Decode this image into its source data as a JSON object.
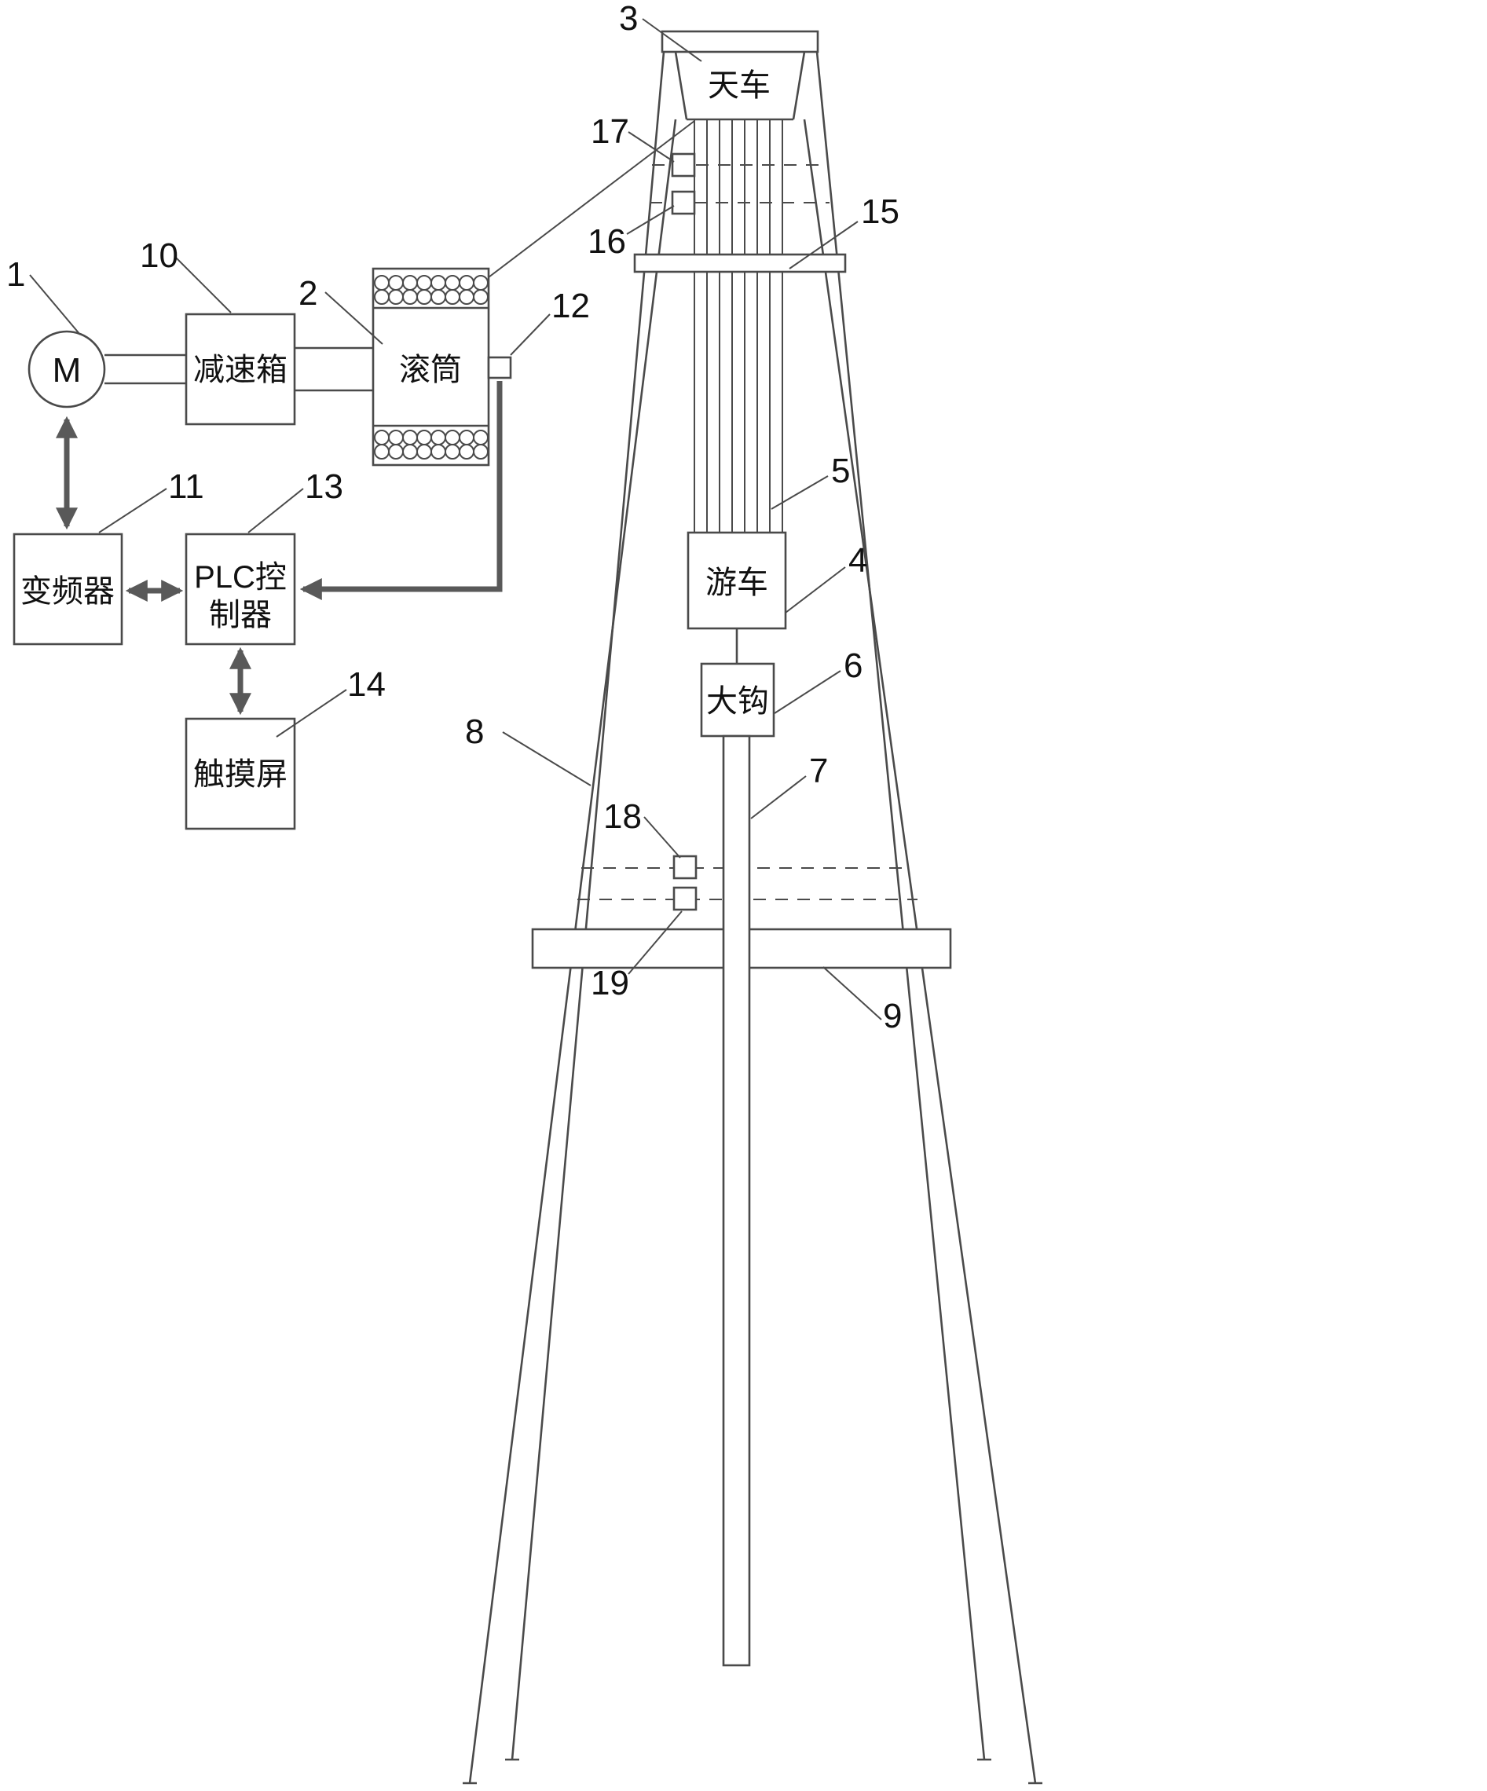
{
  "diagram": {
    "control": {
      "motor": "M",
      "gearbox": "减速箱",
      "drum": "滚筒",
      "inverter": "变频器",
      "plc_line1": "PLC控",
      "plc_line2": "制器",
      "touchscreen": "触摸屏"
    },
    "derrick": {
      "crown": "天车",
      "traveling": "游车",
      "hook": "大钩"
    },
    "callouts": {
      "n1": "1",
      "n2": "2",
      "n3": "3",
      "n4": "4",
      "n5": "5",
      "n6": "6",
      "n7": "7",
      "n8": "8",
      "n9": "9",
      "n10": "10",
      "n11": "11",
      "n12": "12",
      "n13": "13",
      "n14": "14",
      "n15": "15",
      "n16": "16",
      "n17": "17",
      "n18": "18",
      "n19": "19"
    },
    "colors": {
      "line": "#4a4a4a",
      "arrow": "#595959",
      "text": "#111111",
      "background": "#ffffff"
    }
  }
}
